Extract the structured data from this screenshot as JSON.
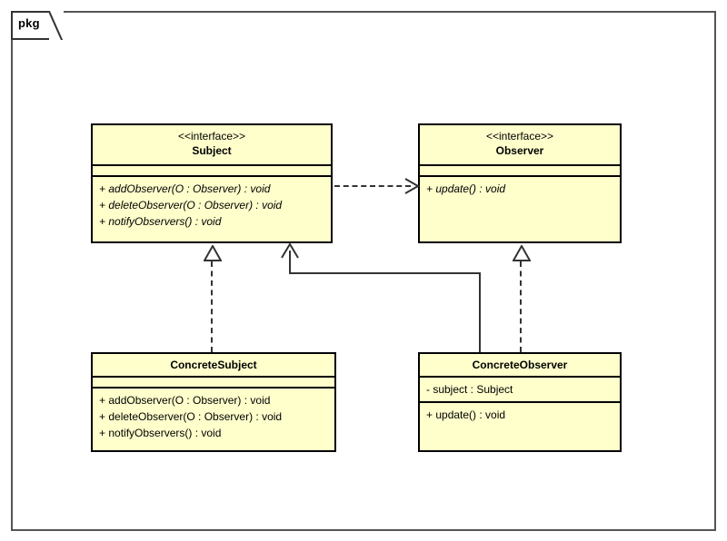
{
  "diagram": {
    "type": "uml-class-diagram",
    "title": "Observer design pattern class diagram",
    "package": {
      "tab_label": "pkg"
    },
    "colors": {
      "class_fill": "#FFFFCC",
      "class_border": "#000000",
      "connector": "#333333",
      "frame_border": "#555555",
      "background": "#FFFFFF"
    },
    "classes": [
      {
        "id": "subject",
        "stereotype": "<<interface>>",
        "name": "Subject",
        "attributes": [],
        "operations": [
          "+ addObserver(O : Observer) : void",
          "+ deleteObserver(O : Observer) : void",
          "+ notifyObservers() : void"
        ],
        "abstract": true
      },
      {
        "id": "observer",
        "stereotype": "<<interface>>",
        "name": "Observer",
        "attributes": [],
        "operations": [
          "+ update() : void"
        ],
        "abstract": true
      },
      {
        "id": "concretesubject",
        "stereotype": "",
        "name": "ConcreteSubject",
        "attributes": [],
        "operations": [
          "+ addObserver(O : Observer) : void",
          "+ deleteObserver(O : Observer) : void",
          "+ notifyObservers() : void"
        ],
        "abstract": false
      },
      {
        "id": "concreteobserver",
        "stereotype": "",
        "name": "ConcreteObserver",
        "attributes": [
          "- subject : Subject"
        ],
        "operations": [
          "+ update() : void"
        ],
        "abstract": false
      }
    ],
    "relationships": [
      {
        "id": "dependency-subject-observer",
        "kind": "dependency",
        "style": "dashed",
        "arrowhead": "open-arrow",
        "from": "Subject",
        "to": "Observer"
      },
      {
        "id": "realization-concretesubject-subject",
        "kind": "realization",
        "style": "dashed",
        "arrowhead": "hollow-triangle",
        "from": "ConcreteSubject",
        "to": "Subject"
      },
      {
        "id": "realization-concreteobserver-observer",
        "kind": "realization",
        "style": "dashed",
        "arrowhead": "hollow-triangle",
        "from": "ConcreteObserver",
        "to": "Observer"
      },
      {
        "id": "association-concreteobserver-subject",
        "kind": "association",
        "style": "solid",
        "arrowhead": "open-arrow",
        "from": "ConcreteObserver",
        "to": "Subject"
      }
    ]
  }
}
